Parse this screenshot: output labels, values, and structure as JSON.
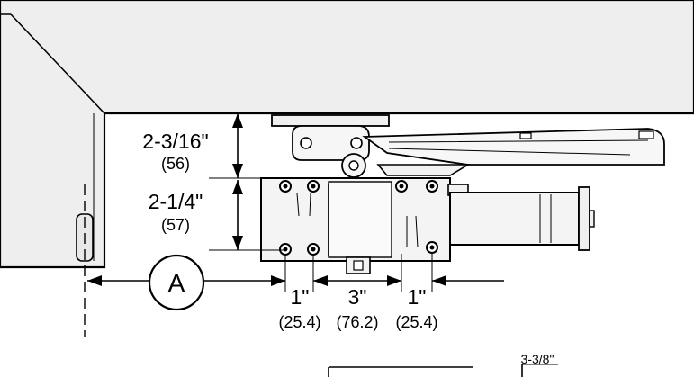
{
  "dimensions": {
    "top_height": {
      "imperial": "2-3/16\"",
      "metric": "(56)"
    },
    "lower_height": {
      "imperial": "2-1/4\"",
      "metric": "(57)"
    },
    "left_spacing": {
      "imperial": "1\"",
      "metric": "(25.4)"
    },
    "mid_spacing": {
      "imperial": "3\"",
      "metric": "(76.2)"
    },
    "right_spacing": {
      "imperial": "1\"",
      "metric": "(25.4)"
    },
    "bottom_partial": {
      "imperial": "3-3/8\""
    }
  },
  "callout": {
    "label": "A"
  }
}
